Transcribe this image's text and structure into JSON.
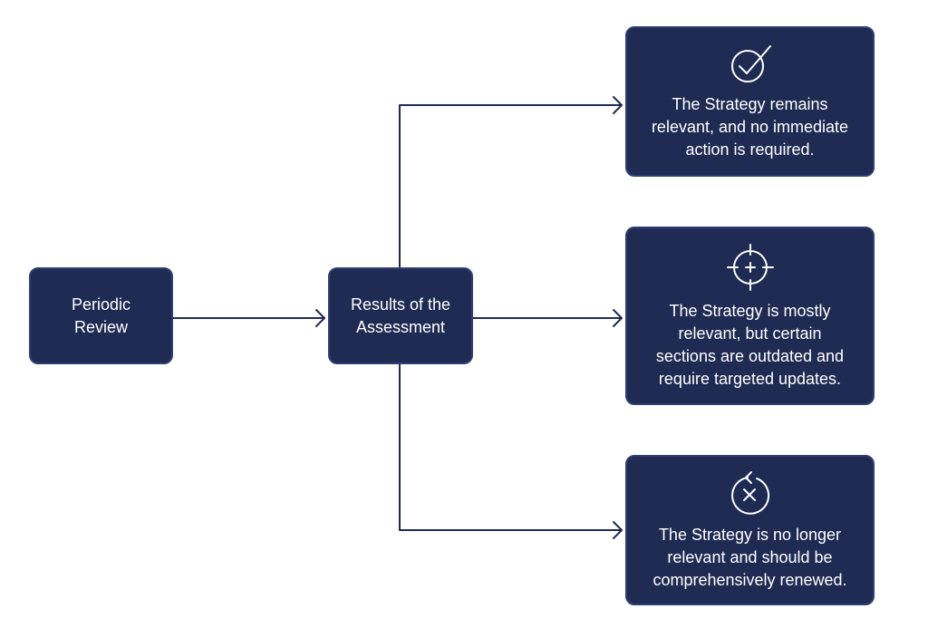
{
  "diagram": {
    "colors": {
      "box_fill": "#1f2b52",
      "box_border": "#2e3f72",
      "line": "#1f2b52",
      "text": "#ffffff"
    },
    "nodes": {
      "periodic_review": {
        "line1": "Periodic",
        "line2": "Review"
      },
      "results": {
        "line1": "Results of the",
        "line2": "Assessment"
      },
      "outcome_relevant": {
        "icon": "check-circle-icon",
        "line1": "The Strategy remains",
        "line2": "relevant, and no immediate",
        "line3": "action is required."
      },
      "outcome_targeted": {
        "icon": "crosshair-icon",
        "line1": "The Strategy is mostly",
        "line2": "relevant, but certain",
        "line3": "sections are outdated and",
        "line4": "require targeted updates."
      },
      "outcome_renew": {
        "icon": "renew-x-icon",
        "line1": "The Strategy is no longer",
        "line2": "relevant and should be",
        "line3": "comprehensively renewed."
      }
    },
    "edges": [
      {
        "from": "periodic_review",
        "to": "results"
      },
      {
        "from": "results",
        "to": "outcome_relevant"
      },
      {
        "from": "results",
        "to": "outcome_targeted"
      },
      {
        "from": "results",
        "to": "outcome_renew"
      }
    ]
  }
}
